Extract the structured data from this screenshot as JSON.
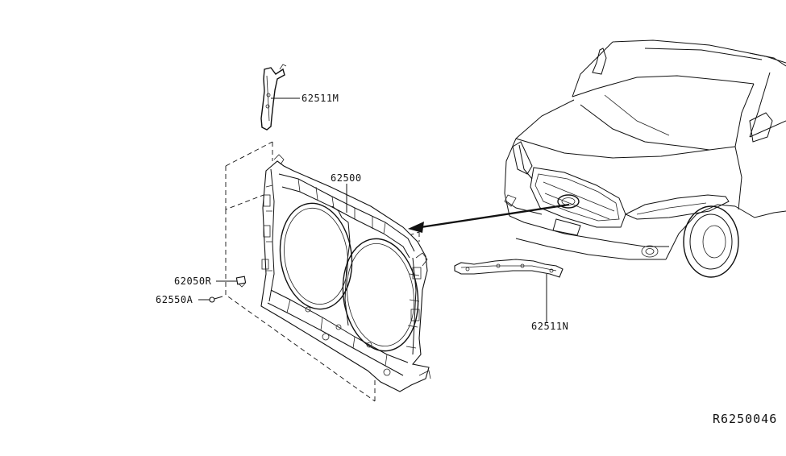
{
  "parts": {
    "p62511M": "62511M",
    "p62500": "62500",
    "p62050R": "62050R",
    "p62550A": "62550A",
    "p62511N": "62511N"
  },
  "reference": "R6250046",
  "arrow_color": "#111111"
}
